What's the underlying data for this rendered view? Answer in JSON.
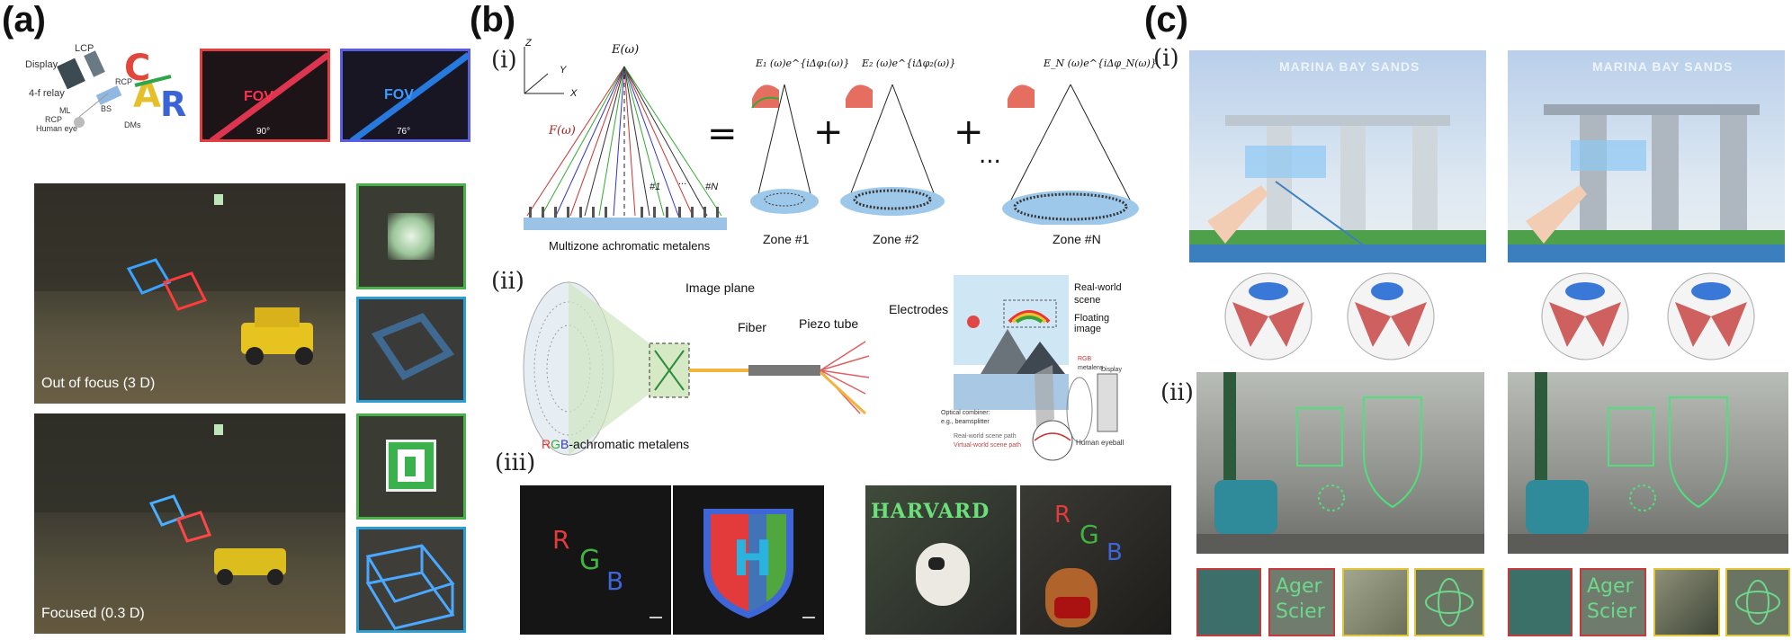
{
  "panel_labels": {
    "a": "(a)",
    "b": "(b)",
    "c": "(c)"
  },
  "sub_labels": {
    "b_i": "(i)",
    "b_ii": "(ii)",
    "b_iii": "(iii)",
    "c_i": "(i)",
    "c_ii": "(ii)"
  },
  "panel_a": {
    "diagram_labels": {
      "display": "Display",
      "lcp": "LCP",
      "relay": "4-f relay",
      "ml": "ML",
      "rcp1": "RCP",
      "rcp2": "RCP",
      "bs": "BS",
      "eye": "Human eye",
      "dms": "DMs"
    },
    "fov_text": "FOV",
    "fov_red_angle": "90°",
    "fov_blue_angle": "76°",
    "caption_out": "Out of focus (3 D)",
    "caption_in": "Focused (0.3 D)"
  },
  "panel_b": {
    "axis": {
      "z": "Z",
      "y": "Y",
      "x": "X"
    },
    "field": "E(ω)",
    "focal": "F(ω)",
    "markers": {
      "first": "#1",
      "dots": "...",
      "last": "#N"
    },
    "metalens_caption": "Multizone achromatic metalens",
    "zone_fields": [
      "E₁ (ω)e^{iΔφ₁(ω)}",
      "E₂ (ω)e^{iΔφ₂(ω)}",
      "E_N (ω)e^{iΔφ_N(ω)}"
    ],
    "zones": [
      "Zone #1",
      "Zone #2",
      "Zone #N"
    ],
    "operators": [
      "=",
      "+",
      "+",
      "..."
    ],
    "ii_labels": {
      "image_plane": "Image plane",
      "fiber": "Fiber",
      "piezo": "Piezo tube",
      "electrodes": "Electrodes",
      "rgb_metalens_r": "R",
      "rgb_metalens_g": "G",
      "rgb_metalens_b": "B",
      "rgb_metalens_rest": "-achromatic metalens",
      "real_world": "Real-world",
      "scene": "scene",
      "floating": "Floating image",
      "rgb_small": "RGB",
      "metalens_small": "metalens",
      "display_small": "Display",
      "combiner": "Optical combiner:",
      "combiner_eg": "e.g., beamsplitter",
      "legend_real": "Real-world scene path",
      "legend_virtual": "Virtual-world scene path",
      "eyeball": "Human eyeball"
    },
    "iii_letters": {
      "r": "R",
      "g": "G",
      "b": "B",
      "h": "H"
    },
    "iii_photo_text": "HARVARD"
  },
  "panel_c": {
    "sign_title": "MARINA BAY SANDS",
    "thumb_text": [
      "Ager",
      "Scier"
    ]
  },
  "colors": {
    "red": "#e33b3b",
    "green": "#3fb43f",
    "blue": "#3e66d6",
    "teal_frame": "#2b9fd3",
    "green_frame": "#49b34a",
    "yellow_frame": "#e3c53b"
  }
}
